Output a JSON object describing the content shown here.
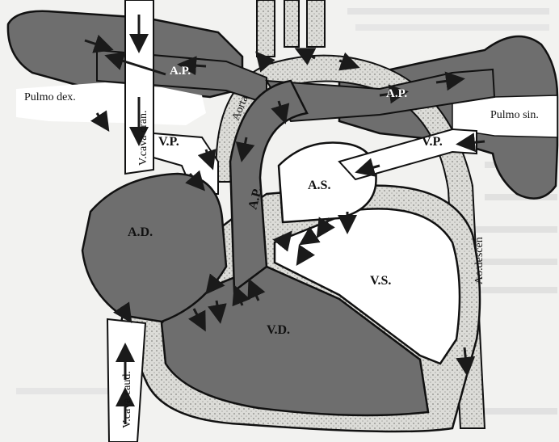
{
  "labels": {
    "pulmo_dex": "Pulmo dex.",
    "pulmo_sin": "Pulmo sin.",
    "v_cava_cran": "V.cava cran.",
    "v_cava_caud": "V.cava caud.",
    "aorta": "Aorta",
    "ao_descen": "Ao.descen",
    "ap_top_left": "A.P.",
    "ap_top_right": "A.P.",
    "ap_trunk": "A.P.",
    "vp_left": "V.P.",
    "vp_right": "V.P.",
    "ad": "A.D.",
    "as": "A.S.",
    "vd": "V.D.",
    "vs": "V.S."
  },
  "colors": {
    "dark_fill": "#6e6e6e",
    "light_fill": "#ffffff",
    "outline": "#111111",
    "wall_fill": "#d8d8d4",
    "arrow": "#1a1a1a"
  }
}
